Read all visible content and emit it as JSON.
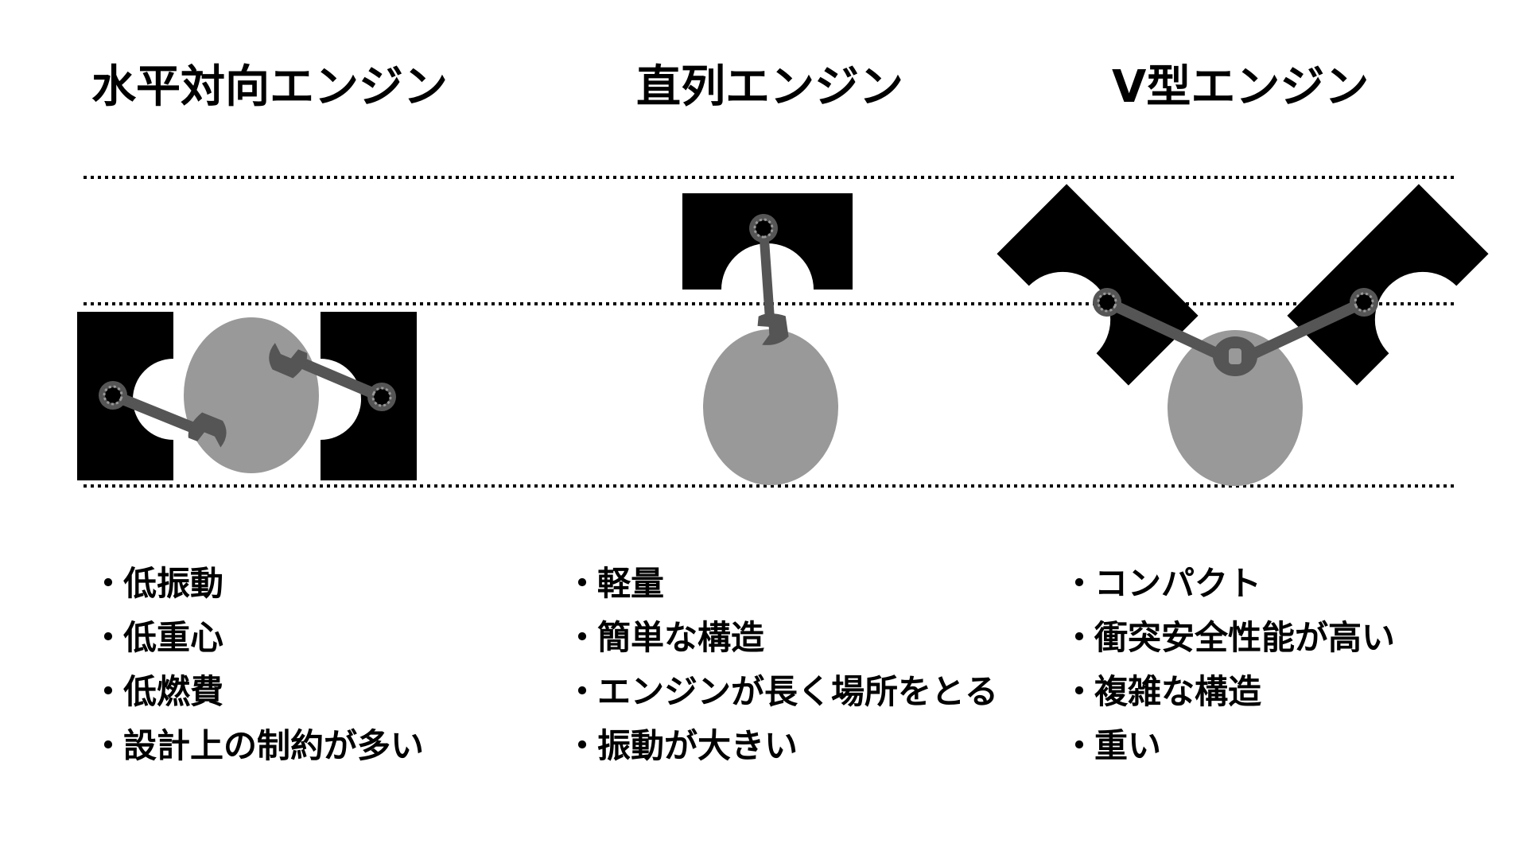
{
  "colors": {
    "background": "#ffffff",
    "block": "#000000",
    "crankcase": "#999999",
    "rod": "#555555",
    "guide_line": "#000000"
  },
  "columns": [
    {
      "title": "水平対向エンジン",
      "bullet_marker": "・",
      "features": [
        "低振動",
        "低重心",
        "低燃費",
        "設計上の制約が多い"
      ]
    },
    {
      "title": "直列エンジン",
      "bullet_marker": "・",
      "features": [
        "軽量",
        "簡単な構造",
        "エンジンが長く場所をとる",
        "振動が大きい"
      ]
    },
    {
      "title": "V型エンジン",
      "bullet_marker": "・",
      "features": [
        "コンパクト",
        "衝突安全性能が高い",
        "複雑な構造",
        "重い"
      ]
    }
  ],
  "diagram": {
    "guide_line_style": "dotted",
    "guide_line_count": 3,
    "icons": [
      "engine-block-icon",
      "crankcase-icon",
      "wrench-icon"
    ]
  }
}
